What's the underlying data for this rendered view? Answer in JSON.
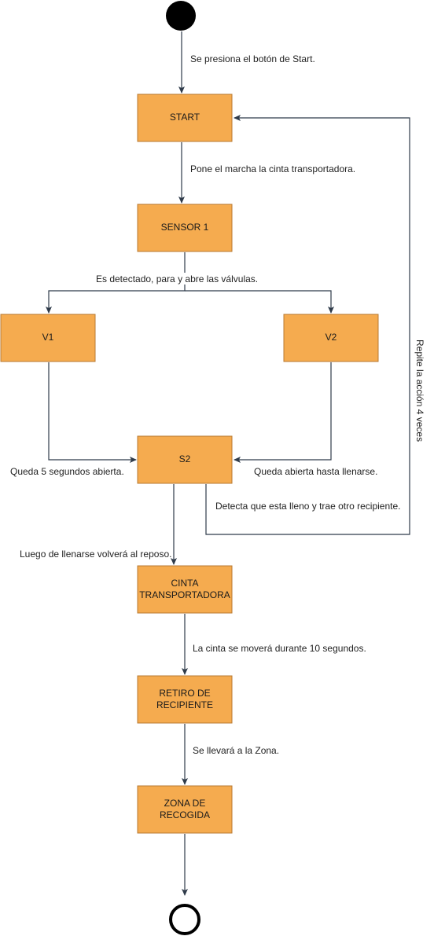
{
  "diagram": {
    "nodes": {
      "start_label": "START",
      "sensor1_label": "SENSOR 1",
      "v1_label": "V1",
      "v2_label": "V2",
      "s2_label": "S2",
      "cinta_line1": "CINTA",
      "cinta_line2": "TRANSPORTADORA",
      "retiro_line1": "RETIRO DE",
      "retiro_line2": "RECIPIENTE",
      "zona_line1": "ZONA DE",
      "zona_line2": "RECOGIDA"
    },
    "edges": {
      "initial_to_start": "Se presiona el botón de Start.",
      "start_to_sensor1": "Pone el marcha la cinta transportadora.",
      "sensor1_split": "Es detectado, para y abre las válvulas.",
      "v1_to_s2": "Queda 5 segundos abierta.",
      "v2_to_s2": "Queda abierta hasta llenarse.",
      "s2_loop": "Detecta que esta lleno y trae otro recipiente.",
      "loop_side": "Repite la acción 4 veces",
      "s2_to_cinta": "Luego de llenarse volverá al reposo.",
      "cinta_to_retiro": "La cinta se moverá durante 10 segundos.",
      "retiro_to_zona": "Se llevará a la Zona."
    }
  }
}
